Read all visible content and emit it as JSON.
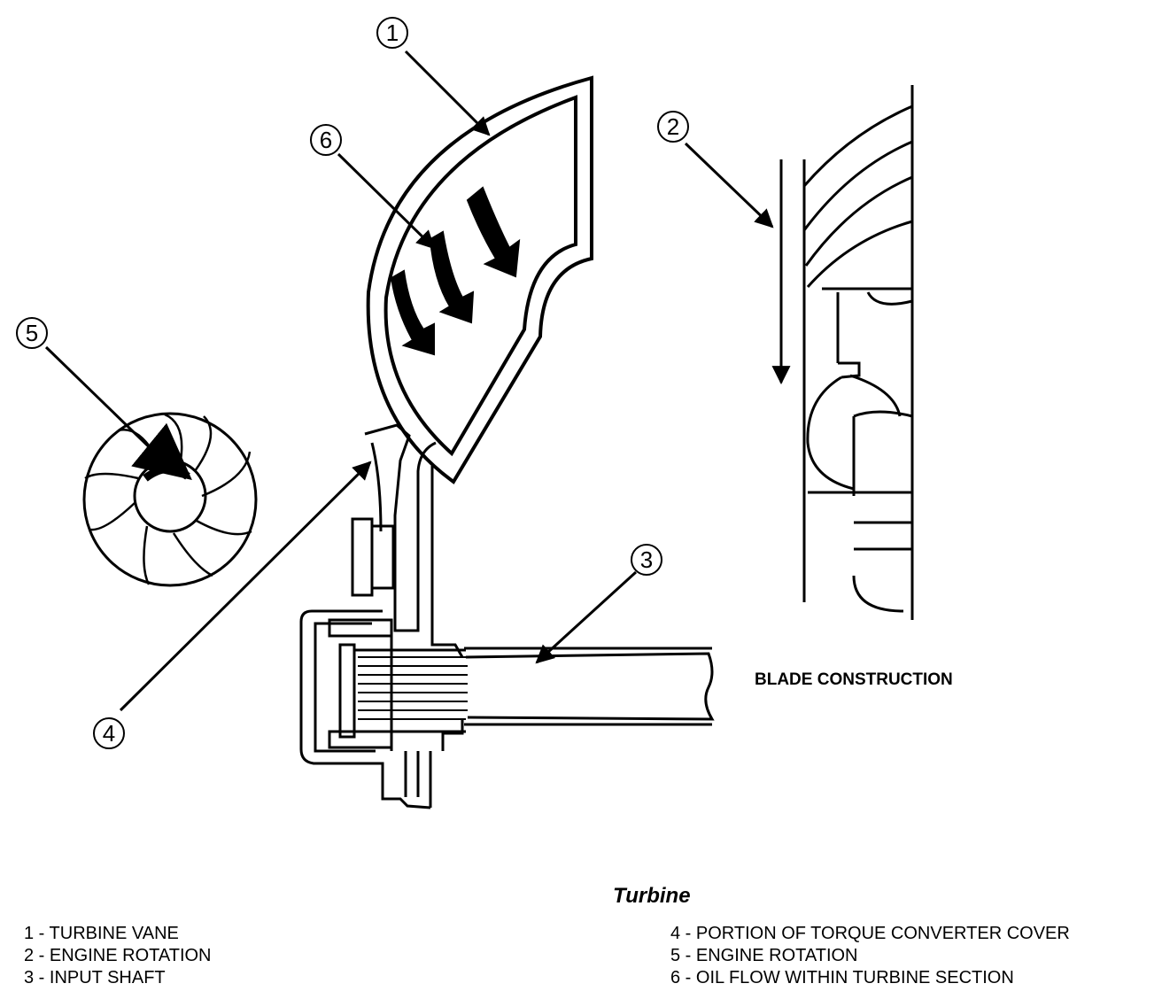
{
  "callouts": [
    "1",
    "2",
    "3",
    "4",
    "5",
    "6"
  ],
  "blade_label": "BLADE CONSTRUCTION",
  "caption": "Turbine",
  "legend": {
    "left": [
      "1 - TURBINE VANE",
      "2 - ENGINE ROTATION",
      "3 - INPUT SHAFT"
    ],
    "right": [
      "4 - PORTION OF TORQUE CONVERTER COVER",
      "5 - ENGINE ROTATION",
      "6 - OIL FLOW WITHIN TURBINE SECTION"
    ]
  },
  "colors": {
    "ink": "#000000",
    "paper": "#ffffff"
  }
}
